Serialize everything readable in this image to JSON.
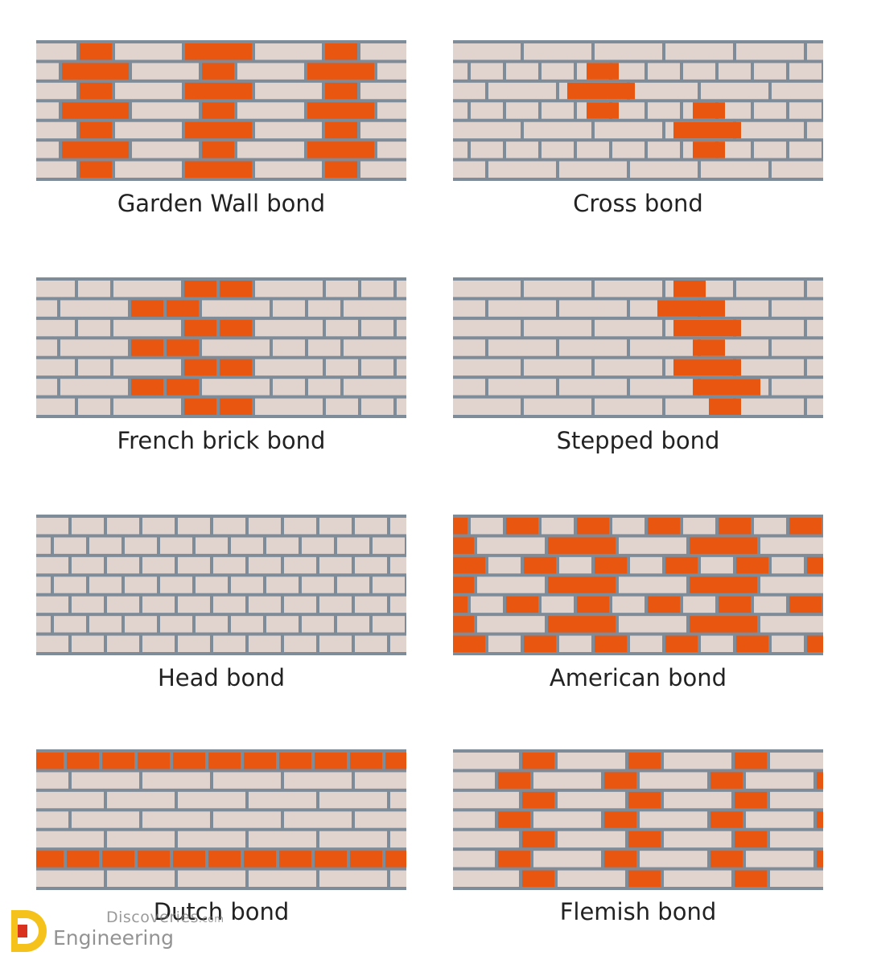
{
  "colors": {
    "stretcher": "#e1d3cd",
    "header": "#e8560f",
    "mortar": "#7e8c99",
    "caption": "#222222"
  },
  "bonds": [
    {
      "id": "garden-wall",
      "label": "Garden Wall bond"
    },
    {
      "id": "cross",
      "label": "Cross bond"
    },
    {
      "id": "french-brick",
      "label": "French brick bond"
    },
    {
      "id": "stepped",
      "label": "Stepped bond"
    },
    {
      "id": "head",
      "label": "Head bond"
    },
    {
      "id": "american",
      "label": "American bond"
    },
    {
      "id": "dutch",
      "label": "Dutch bond"
    },
    {
      "id": "flemish",
      "label": "Flemish bond"
    }
  ],
  "watermark": {
    "line1": "Discoveries",
    "line1_suffix": ".com",
    "line2": "Engineering"
  }
}
